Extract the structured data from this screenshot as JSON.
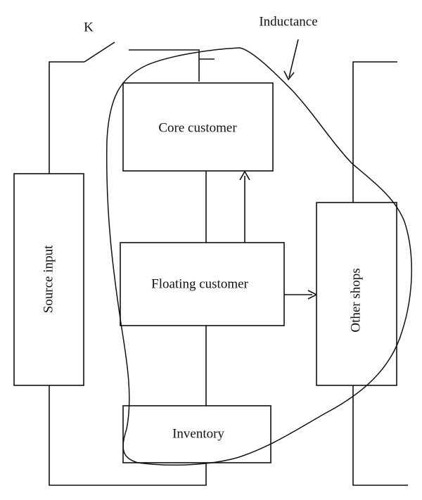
{
  "diagram": {
    "switch_label": "K",
    "inductance_label": "Inductance",
    "nodes": {
      "source_input": "Source input",
      "core_customer": "Core customer",
      "floating_customer": "Floating customer",
      "other_shops": "Other shops",
      "inventory": "Inventory"
    }
  }
}
